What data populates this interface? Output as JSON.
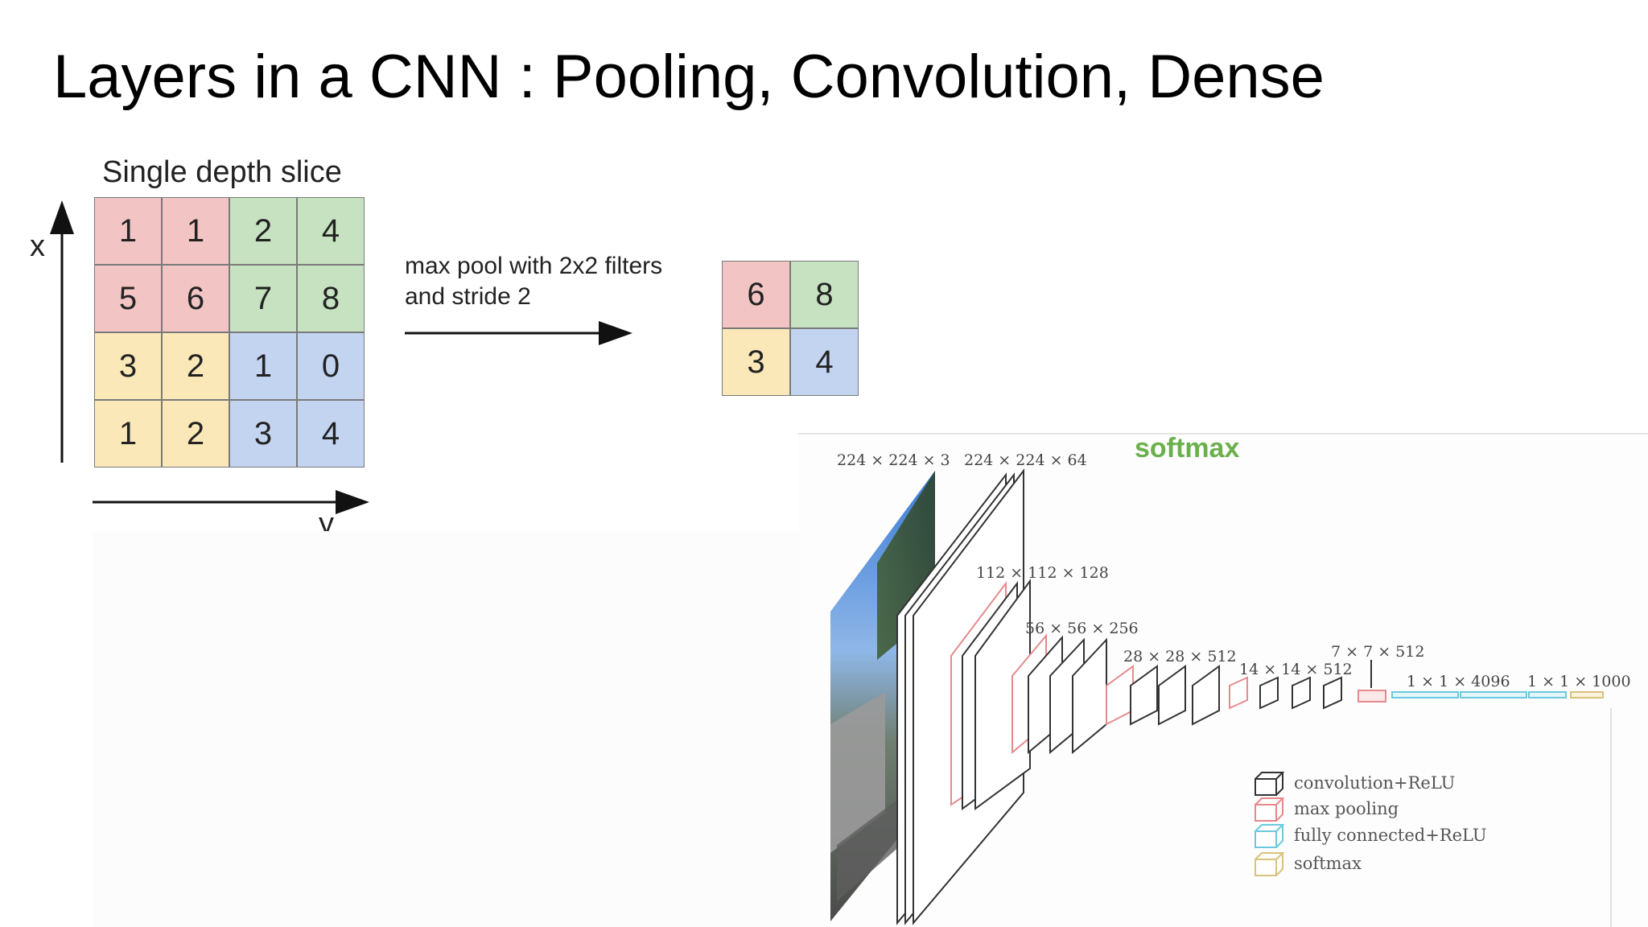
{
  "title": "Layers in a CNN : Pooling, Convolution, Dense",
  "pooling": {
    "slice_title": "Single depth slice",
    "axis_x": "x",
    "axis_y": "y",
    "caption_line1": "max pool with 2x2 filters",
    "caption_line2": "and stride 2",
    "input_grid": [
      [
        "1",
        "1",
        "2",
        "4"
      ],
      [
        "5",
        "6",
        "7",
        "8"
      ],
      [
        "3",
        "2",
        "1",
        "0"
      ],
      [
        "1",
        "2",
        "3",
        "4"
      ]
    ],
    "output_grid": [
      [
        "6",
        "8"
      ],
      [
        "3",
        "4"
      ]
    ],
    "colors": {
      "red": "#f2c4c4",
      "green": "#c6e2c0",
      "yellow": "#fbe8b8",
      "blue": "#c3d4f1"
    }
  },
  "vgg": {
    "softmax_title": "softmax",
    "labels": {
      "input": "224 × 224 × 3",
      "conv1": "224 × 224 × 64",
      "conv2": "112 × 112 × 128",
      "conv3": "56 × 56 × 256",
      "conv4": "28 × 28 × 512",
      "conv5": "14 × 14 × 512",
      "pool5": "7 × 7 × 512",
      "fc": "1 × 1 × 4096",
      "out": "1 × 1 × 1000"
    },
    "legend": [
      {
        "label": "convolution+ReLU",
        "color": "#333333"
      },
      {
        "label": "max pooling",
        "color": "#e8888a"
      },
      {
        "label": "fully connected+ReLU",
        "color": "#6cc9dd"
      },
      {
        "label": "softmax",
        "color": "#d9c27a"
      }
    ]
  }
}
